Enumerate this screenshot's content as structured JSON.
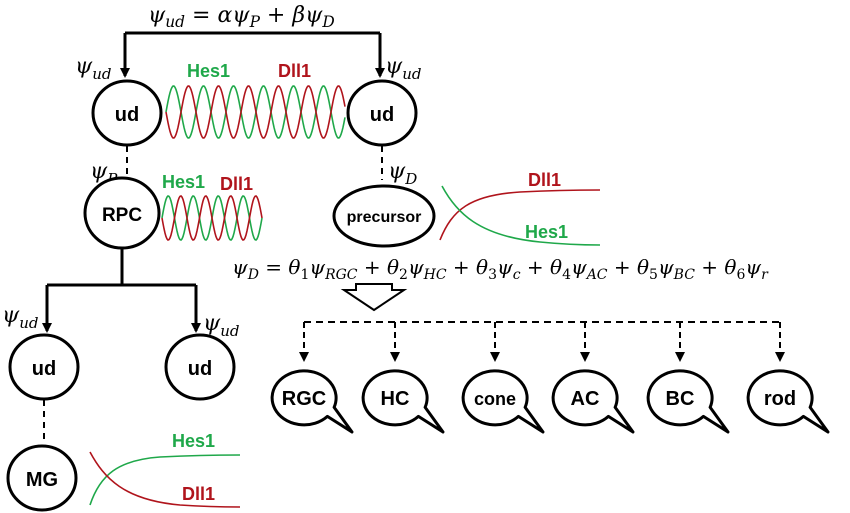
{
  "equations": {
    "top": {
      "segments": [
        {
          "t": "ψ",
          "i": true
        },
        {
          "t": "ud",
          "i": true,
          "sub": true
        },
        {
          "t": " = ",
          "i": false
        },
        {
          "t": "αψ",
          "i": true
        },
        {
          "t": "P",
          "i": true,
          "sub": true
        },
        {
          "t": " + ",
          "i": false
        },
        {
          "t": "βψ",
          "i": true
        },
        {
          "t": "D",
          "i": true,
          "sub": true
        }
      ]
    },
    "psi_d": {
      "segments": [
        {
          "t": "ψ",
          "i": true
        },
        {
          "t": "D",
          "i": true,
          "sub": true
        },
        {
          "t": " = ",
          "i": false
        },
        {
          "t": "θ",
          "i": true
        },
        {
          "t": "1",
          "i": false,
          "sub": true
        },
        {
          "t": "ψ",
          "i": true
        },
        {
          "t": "RGC",
          "i": true,
          "sub": true
        },
        {
          "t": " + ",
          "i": false
        },
        {
          "t": "θ",
          "i": true
        },
        {
          "t": "2",
          "i": false,
          "sub": true
        },
        {
          "t": "ψ",
          "i": true
        },
        {
          "t": "HC",
          "i": true,
          "sub": true
        },
        {
          "t": " + ",
          "i": false
        },
        {
          "t": "θ",
          "i": true
        },
        {
          "t": "3",
          "i": false,
          "sub": true
        },
        {
          "t": "ψ",
          "i": true
        },
        {
          "t": "c",
          "i": true,
          "sub": true
        },
        {
          "t": " + ",
          "i": false
        },
        {
          "t": "θ",
          "i": true
        },
        {
          "t": "4",
          "i": false,
          "sub": true
        },
        {
          "t": "ψ",
          "i": true
        },
        {
          "t": "AC",
          "i": true,
          "sub": true
        },
        {
          "t": " + ",
          "i": false
        },
        {
          "t": "θ",
          "i": true
        },
        {
          "t": "5",
          "i": false,
          "sub": true
        },
        {
          "t": "ψ",
          "i": true
        },
        {
          "t": "BC",
          "i": true,
          "sub": true
        },
        {
          "t": " + ",
          "i": false
        },
        {
          "t": "θ",
          "i": true
        },
        {
          "t": "6",
          "i": false,
          "sub": true
        },
        {
          "t": "ψ",
          "i": true
        },
        {
          "t": "r",
          "i": true,
          "sub": true
        }
      ]
    }
  },
  "symbols": {
    "psi": "ψ",
    "sub_ud": "ud",
    "sub_p": "P",
    "sub_d": "D"
  },
  "nodes": {
    "ud_top_left": "ud",
    "ud_top_right": "ud",
    "rpc": "RPC",
    "precursor": "precursor",
    "ud_bottom_left": "ud",
    "ud_bottom_right": "ud",
    "mg": "MG"
  },
  "cell_types": [
    "RGC",
    "HC",
    "cone",
    "AC",
    "BC",
    "rod"
  ],
  "genes": {
    "hes1": "Hes1",
    "dll1": "Dll1"
  },
  "colors": {
    "hes1": "#1fa84a",
    "dll1": "#b0141c",
    "ink": "#000000"
  }
}
